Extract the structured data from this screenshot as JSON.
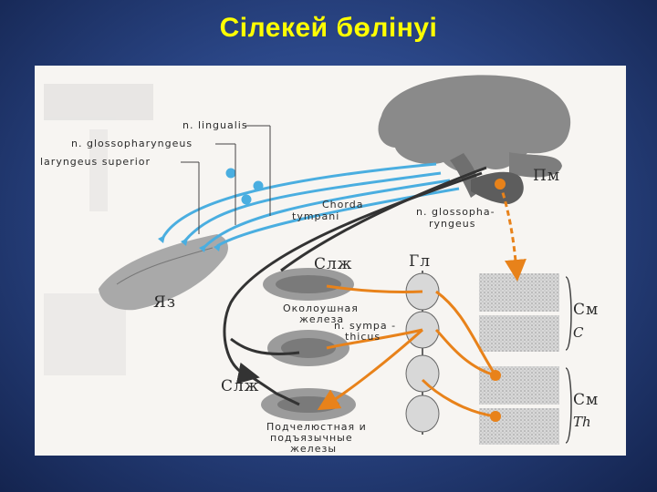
{
  "slide": {
    "title": "Сілекей бөлінуі"
  },
  "labels": {
    "n_lingualis": "n. lingualis",
    "n_glossopharyngeus": "n. glossopharyngeus",
    "laryngeus_superior": "laryngeus superior",
    "chorda_line1": "Chorda",
    "chorda_line2": "tympani",
    "n_glosso_line1": "n. glossopha-",
    "n_glosso_line2": "ryngeus",
    "pm": "Пм",
    "slzh_upper": "Слж",
    "gl": "Гл",
    "yaz": "Яз",
    "parotid_line1": "Околоушная",
    "parotid_line2": "железа",
    "symp_line1": "n. sympa -",
    "symp_line2": "thicus",
    "slzh_lower": "Слж",
    "cm_upper": "См",
    "c_label": "C",
    "cm_lower": "См",
    "th_label": "Th",
    "submand_line1": "Подчелюстная и",
    "submand_line2": "подъязычные",
    "submand_line3": "железы"
  },
  "colors": {
    "title": "#ffff00",
    "sensory_nerve": "#4aaee0",
    "parasympathetic_nerve": "#3a3a3a",
    "sympathetic_nerve": "#e8821a",
    "tissue_gray": "#8a8a8a"
  }
}
